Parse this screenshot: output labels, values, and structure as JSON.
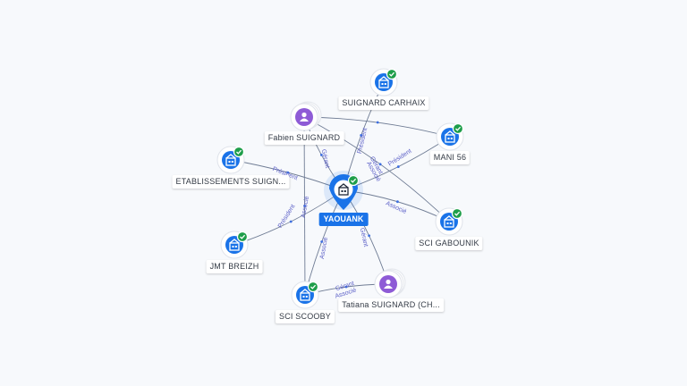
{
  "center": {
    "label": "YAOUANK",
    "icon": "building-icon",
    "verified": true
  },
  "nodes": [
    {
      "id": "suignard-carhaix",
      "label": "SUIGNARD CARHAIX",
      "kind": "company",
      "verified": true
    },
    {
      "id": "mani-56",
      "label": "MANI 56",
      "kind": "company",
      "verified": true
    },
    {
      "id": "sci-gabounik",
      "label": "SCI GABOUNIK",
      "kind": "company",
      "verified": true
    },
    {
      "id": "etablissements",
      "label": "ETABLISSEMENTS SUIGN...",
      "kind": "company",
      "verified": true
    },
    {
      "id": "jmt-breizh",
      "label": "JMT BREIZH",
      "kind": "company",
      "verified": true
    },
    {
      "id": "sci-scooby",
      "label": "SCI SCOOBY",
      "kind": "company",
      "verified": true
    },
    {
      "id": "fabien",
      "label": "Fabien SUIGNARD",
      "kind": "person",
      "verified": false
    },
    {
      "id": "tatiana",
      "label": "Tatiana SUIGNARD (CH...",
      "kind": "person",
      "verified": false
    }
  ],
  "edge_labels": {
    "president": "Président",
    "gerant": "Gérant",
    "associe": "Associé"
  },
  "colors": {
    "company": "#1a73e8",
    "person": "#8e5bd6",
    "verified": "#1e9e4a",
    "edge": "#6f7c94"
  }
}
